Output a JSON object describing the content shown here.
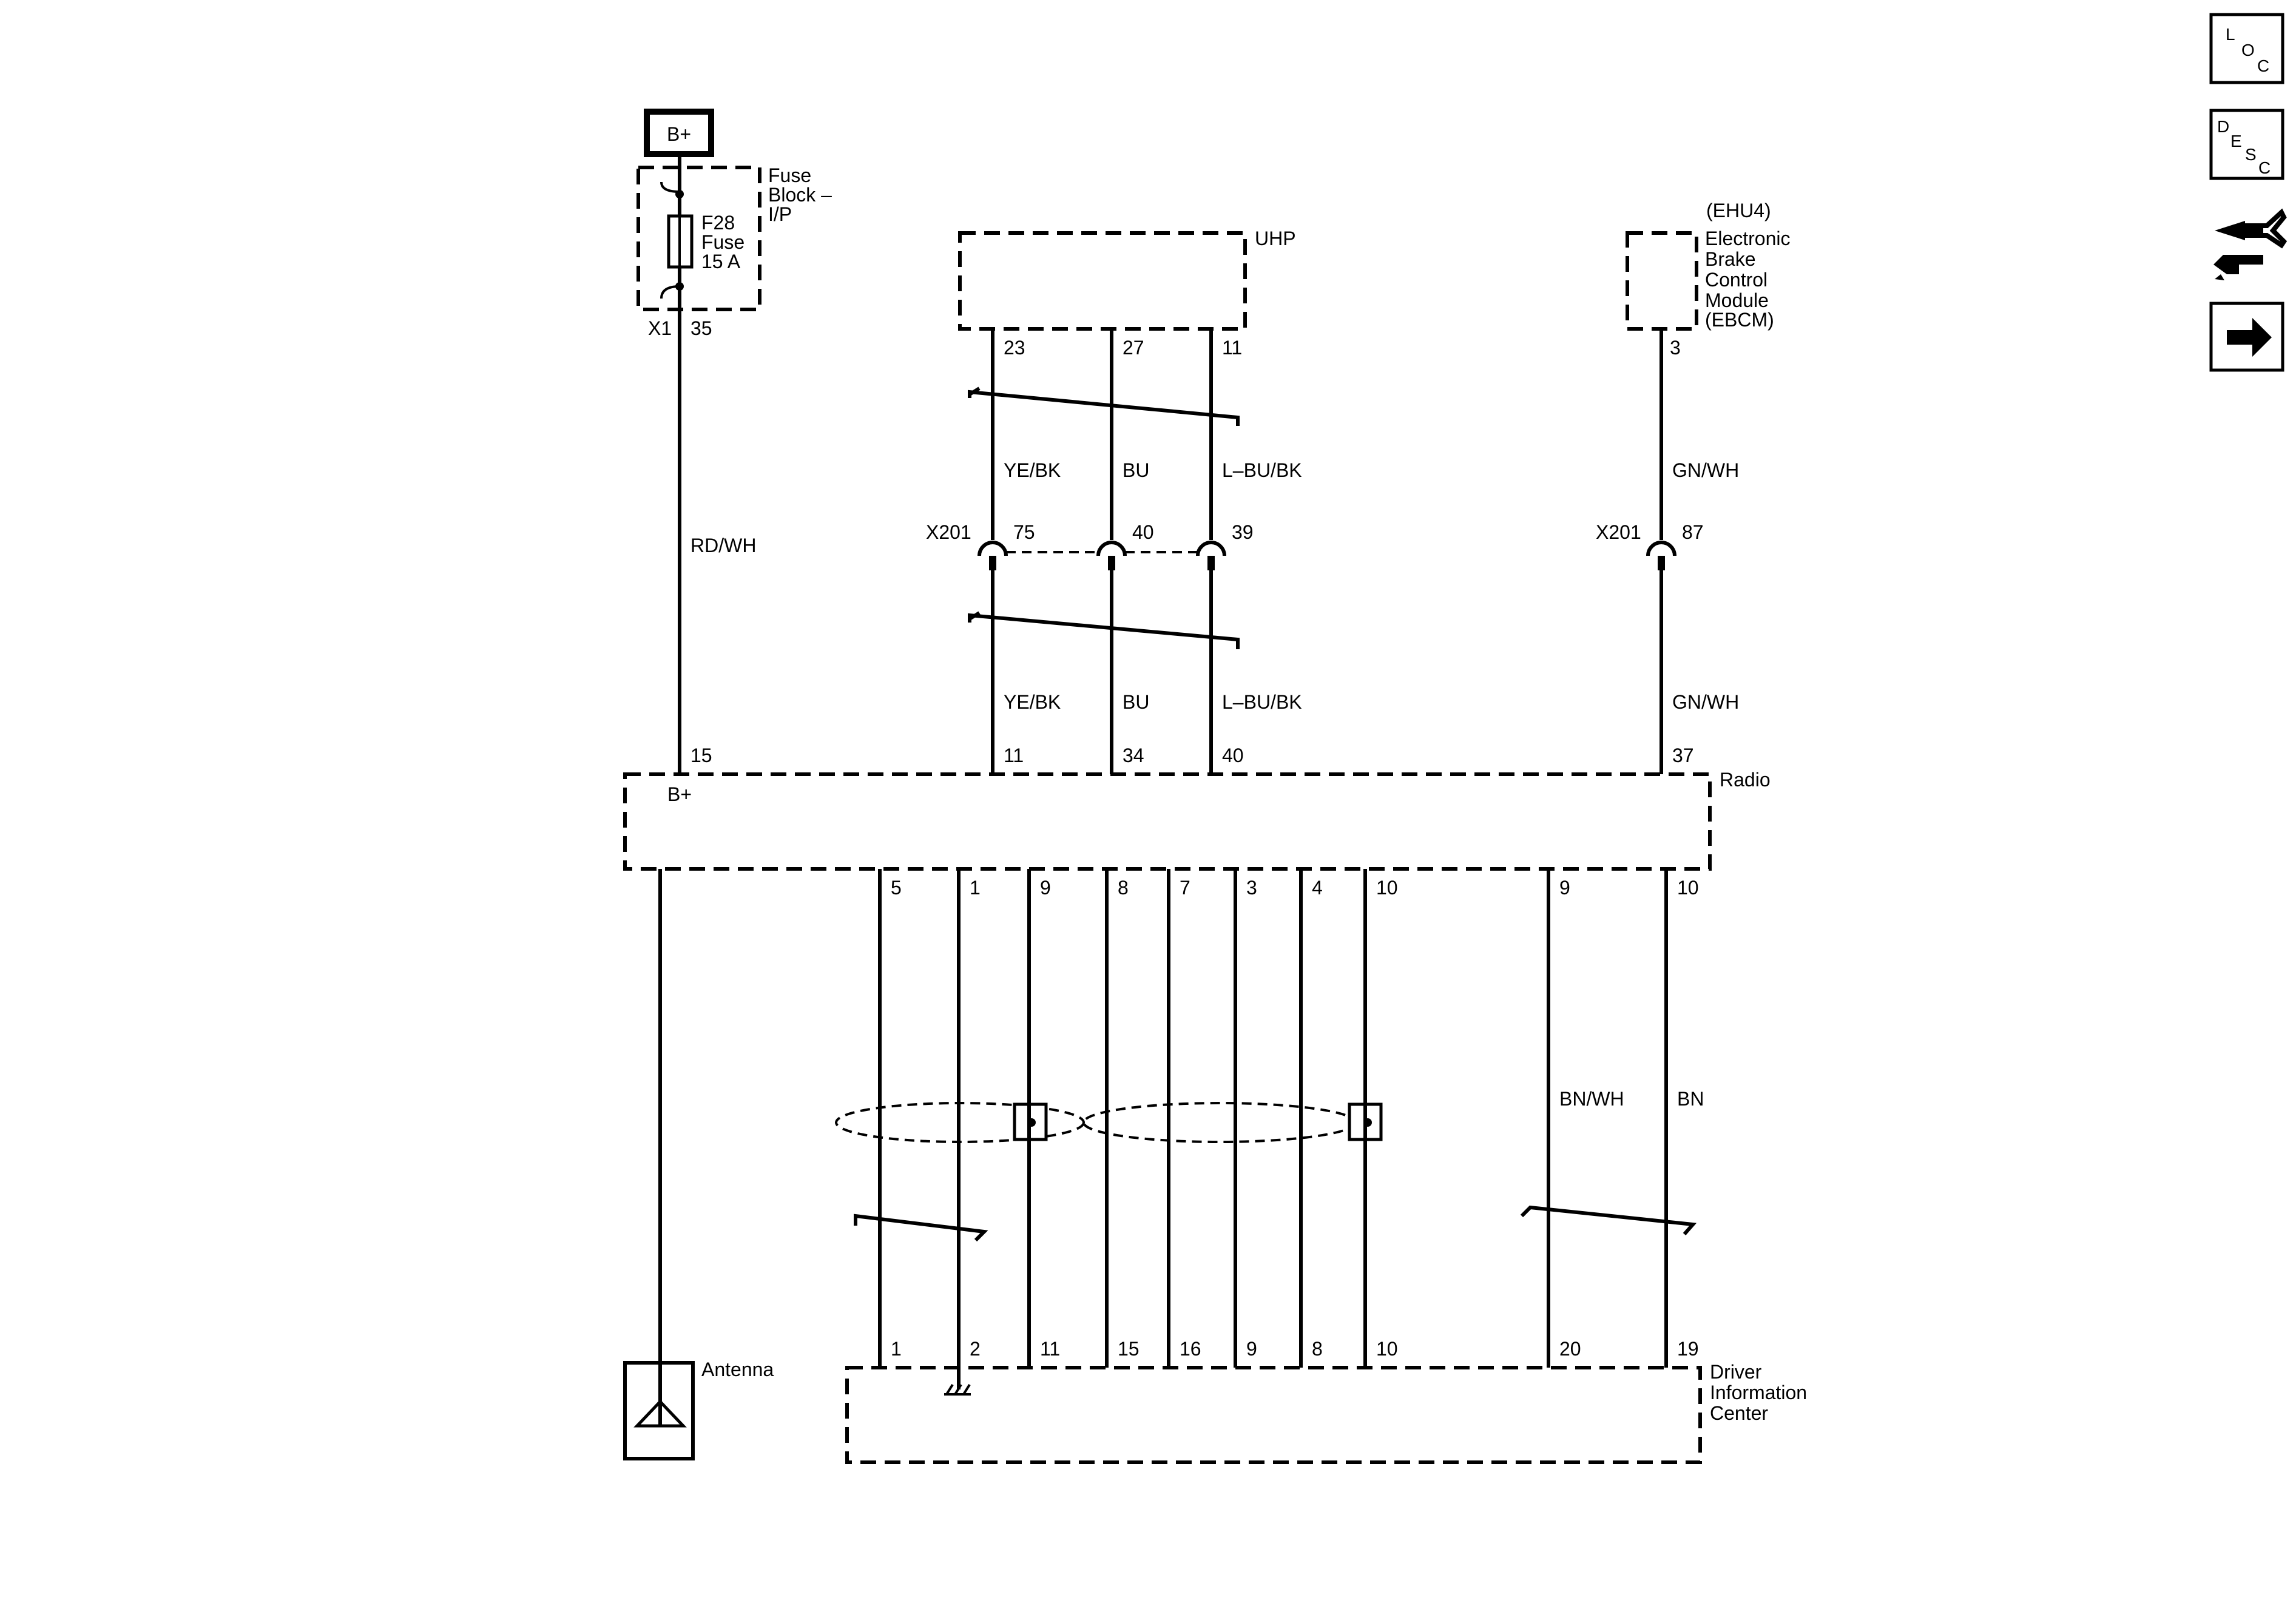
{
  "power": {
    "label": "B+"
  },
  "fuse_block": {
    "label": [
      "Fuse",
      "Block –",
      "I/P"
    ],
    "fuse_name": [
      "F28",
      "Fuse",
      "15 A"
    ],
    "connector": "X1",
    "pin": "35"
  },
  "uhp": {
    "label": "UHP",
    "pins": [
      "23",
      "27",
      "11"
    ]
  },
  "ebcm": {
    "label": [
      "(EHU4)",
      "Electronic",
      "Brake",
      "Control",
      "Module",
      "(EBCM)"
    ],
    "pin": "3"
  },
  "wires_upper": {
    "uhp": [
      "YE/BK",
      "BU",
      "L–BU/BK"
    ],
    "ebcm": "GN/WH",
    "power": "RD/WH"
  },
  "x201": {
    "left_label": "X201",
    "left_pins": [
      "75",
      "40",
      "39"
    ],
    "right_label": "X201",
    "right_pin": "87"
  },
  "wires_lower": {
    "uhp": [
      "YE/BK",
      "BU",
      "L–BU/BK"
    ],
    "ebcm": "GN/WH"
  },
  "radio": {
    "label": "Radio",
    "bplus": "B+",
    "top_pins": [
      "15",
      "11",
      "34",
      "40",
      "37"
    ],
    "bottom_pins": [
      "5",
      "1",
      "9",
      "8",
      "7",
      "3",
      "4",
      "10",
      "9",
      "10"
    ]
  },
  "dic_wires": {
    "left": "BN/WH",
    "right": "BN"
  },
  "antenna": {
    "label": "Antenna"
  },
  "dic": {
    "label": [
      "Driver",
      "Information",
      "Center"
    ],
    "pins": [
      "1",
      "2",
      "11",
      "15",
      "16",
      "9",
      "8",
      "10",
      "20",
      "19"
    ]
  },
  "side_icons": {
    "loc": [
      "L",
      "O",
      "C"
    ],
    "desc": [
      "D",
      "E",
      "S",
      "C"
    ],
    "tools": "connector-tool-icon",
    "next": "arrow-right-icon"
  }
}
